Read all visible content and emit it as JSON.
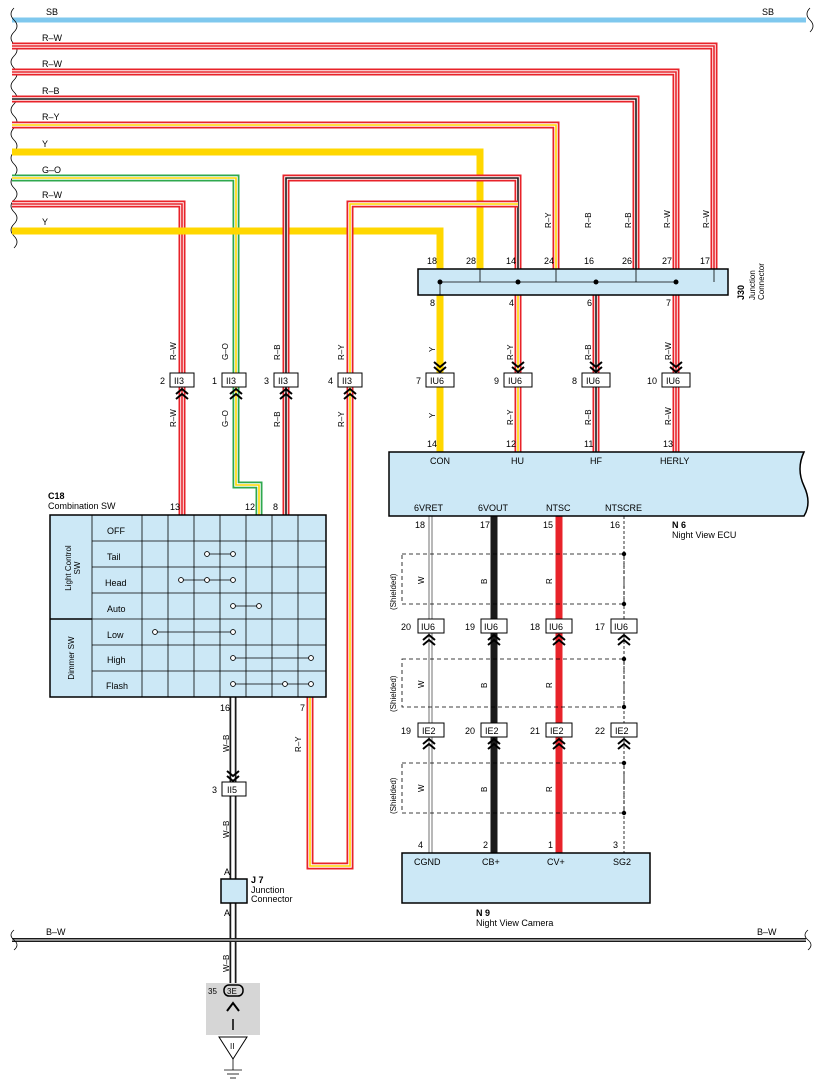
{
  "bus": {
    "top_left": "SB",
    "top_right": "SB",
    "bottom_left": "B–W",
    "bottom_right": "B–W"
  },
  "wires_left": [
    "R–W",
    "R–W",
    "R–B",
    "R–Y",
    "Y",
    "G–O",
    "R–W",
    "Y"
  ],
  "colors": {
    "red": "#e8232a",
    "yellow": "#ffd700",
    "green": "#2fa84f",
    "blue": "#7fc8ee",
    "box": "#cce8f6",
    "black": "#1a1a1a",
    "ground": "#d6d6d6"
  },
  "j30": {
    "code": "J30",
    "name": "Junction Connector",
    "top_pins": [
      "18",
      "28",
      "14",
      "24",
      "16",
      "26",
      "27",
      "17"
    ],
    "bottom_pins": [
      "8",
      "4",
      "6",
      "7"
    ],
    "top_wire_labels": [
      "R–Y",
      "R–B",
      "R–B",
      "R–W",
      "R–W"
    ]
  },
  "iu6_top": [
    {
      "pin": "7",
      "label": "IU6",
      "wire_above": "Y",
      "wire_below": "Y"
    },
    {
      "pin": "9",
      "label": "IU6",
      "wire_above": "R–Y",
      "wire_below": "R–Y"
    },
    {
      "pin": "8",
      "label": "IU6",
      "wire_above": "R–B",
      "wire_below": "R–B"
    },
    {
      "pin": "10",
      "label": "IU6",
      "wire_above": "R–W",
      "wire_below": "R–W"
    }
  ],
  "ii3": [
    {
      "pin": "2",
      "label": "II3",
      "wire_above": "R–W",
      "wire_below": "R–W"
    },
    {
      "pin": "1",
      "label": "II3",
      "wire_above": "G–O",
      "wire_below": "G–O"
    },
    {
      "pin": "3",
      "label": "II3",
      "wire_above": "R–B",
      "wire_below": "R–B"
    },
    {
      "pin": "4",
      "label": "II3",
      "wire_above": "R–Y",
      "wire_below": "R–Y"
    }
  ],
  "ecu": {
    "code": "N 6",
    "name": "Night View ECU",
    "top_pins": [
      {
        "pin": "14",
        "name": "CON"
      },
      {
        "pin": "12",
        "name": "HU"
      },
      {
        "pin": "11",
        "name": "HF"
      },
      {
        "pin": "13",
        "name": "HERLY"
      }
    ],
    "bottom_pins": [
      {
        "pin": "18",
        "name": "6VRET"
      },
      {
        "pin": "17",
        "name": "6VOUT"
      },
      {
        "pin": "15",
        "name": "NTSC"
      },
      {
        "pin": "16",
        "name": "NTSCRE"
      }
    ]
  },
  "shield_label": "(Shielded)",
  "shield_wires": [
    "W",
    "B",
    "R"
  ],
  "iu6_bottom": [
    "20",
    "19",
    "18",
    "17"
  ],
  "ie2": [
    "19",
    "20",
    "21",
    "22"
  ],
  "inline_label_iu6": "IU6",
  "inline_label_ie2": "IE2",
  "camera": {
    "code": "N 9",
    "name": "Night View Camera",
    "pins": [
      {
        "pin": "4",
        "name": "CGND"
      },
      {
        "pin": "2",
        "name": "CB+"
      },
      {
        "pin": "1",
        "name": "CV+"
      },
      {
        "pin": "3",
        "name": "SG2"
      }
    ]
  },
  "switch": {
    "code": "C18",
    "name": "Combination SW",
    "top_pins": [
      "13",
      "12",
      "8"
    ],
    "bottom_pins": [
      "16",
      "7"
    ],
    "group1": "Light Control SW",
    "group2": "Dimmer SW",
    "rows": [
      "OFF",
      "Tail",
      "Head",
      "Auto",
      "Low",
      "High",
      "Flash"
    ]
  },
  "ii5": {
    "pin": "3",
    "label": "II5",
    "wire": "W–B"
  },
  "j7": {
    "code": "J 7",
    "name1": "Junction",
    "name2": "Connector",
    "pin_a": "A"
  },
  "wire_wb": "W–B",
  "wire_ry": "R–Y",
  "ground": {
    "pin": "35",
    "label": "3E",
    "symbol": "II"
  }
}
